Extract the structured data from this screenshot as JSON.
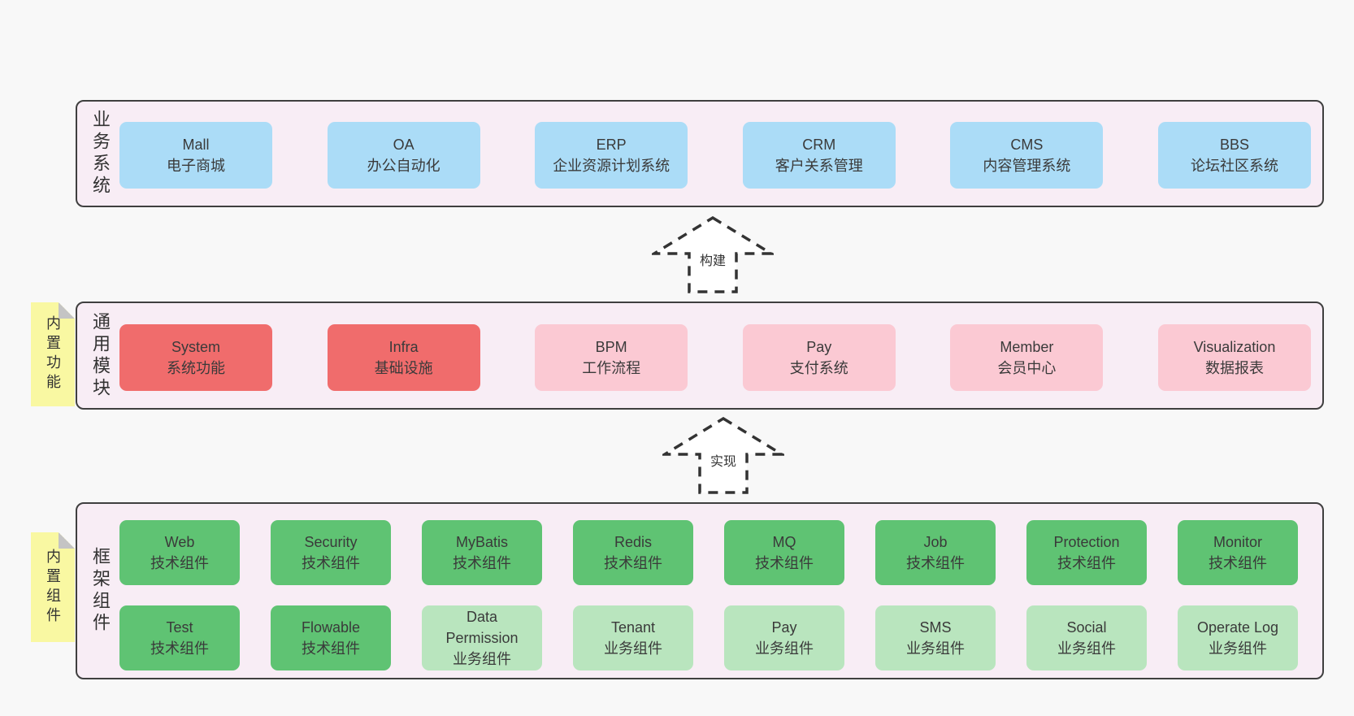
{
  "canvas": {
    "background": "#F8F8F8"
  },
  "colors": {
    "panel_fill": "#F8EDF5",
    "panel_border": "#3F3F3F",
    "blue_box": "#ABDCF7",
    "red_box": "#F06C6C",
    "pink_box": "#FBC9D3",
    "green_dark_box": "#5FC373",
    "green_light_box": "#B9E5BE",
    "note_yellow": "#F9F8A2",
    "note_fold": "#C4C4C4",
    "text": "#3A3A3A"
  },
  "business": {
    "side_label": "业务系统",
    "boxes": [
      {
        "name": "Mall",
        "desc": "电子商城"
      },
      {
        "name": "OA",
        "desc": "办公自动化"
      },
      {
        "name": "ERP",
        "desc": "企业资源计划系统"
      },
      {
        "name": "CRM",
        "desc": "客户关系管理"
      },
      {
        "name": "CMS",
        "desc": "内容管理系统"
      },
      {
        "name": "BBS",
        "desc": "论坛社区系统"
      }
    ]
  },
  "arrows": {
    "build": "构建",
    "implement": "实现"
  },
  "modules": {
    "side_label": "通用模块",
    "note": "内置功能",
    "boxes": [
      {
        "name": "System",
        "desc": "系统功能"
      },
      {
        "name": "Infra",
        "desc": "基础设施"
      },
      {
        "name": "BPM",
        "desc": "工作流程"
      },
      {
        "name": "Pay",
        "desc": "支付系统"
      },
      {
        "name": "Member",
        "desc": "会员中心"
      },
      {
        "name": "Visualization",
        "desc": "数据报表"
      }
    ]
  },
  "components": {
    "side_label": "框架组件",
    "note": "内置组件",
    "rows": [
      [
        {
          "name": "Web",
          "desc": "技术组件"
        },
        {
          "name": "Security",
          "desc": "技术组件"
        },
        {
          "name": "MyBatis",
          "desc": "技术组件"
        },
        {
          "name": "Redis",
          "desc": "技术组件"
        },
        {
          "name": "MQ",
          "desc": "技术组件"
        },
        {
          "name": "Job",
          "desc": "技术组件"
        },
        {
          "name": "Protection",
          "desc": "技术组件"
        },
        {
          "name": "Monitor",
          "desc": "技术组件"
        }
      ],
      [
        {
          "name": "Test",
          "desc": "技术组件"
        },
        {
          "name": "Flowable",
          "desc": "技术组件"
        },
        {
          "name": "Data Permission",
          "desc": "业务组件"
        },
        {
          "name": "Tenant",
          "desc": "业务组件"
        },
        {
          "name": "Pay",
          "desc": "业务组件"
        },
        {
          "name": "SMS",
          "desc": "业务组件"
        },
        {
          "name": "Social",
          "desc": "业务组件"
        },
        {
          "name": "Operate Log",
          "desc": "业务组件"
        }
      ]
    ]
  }
}
